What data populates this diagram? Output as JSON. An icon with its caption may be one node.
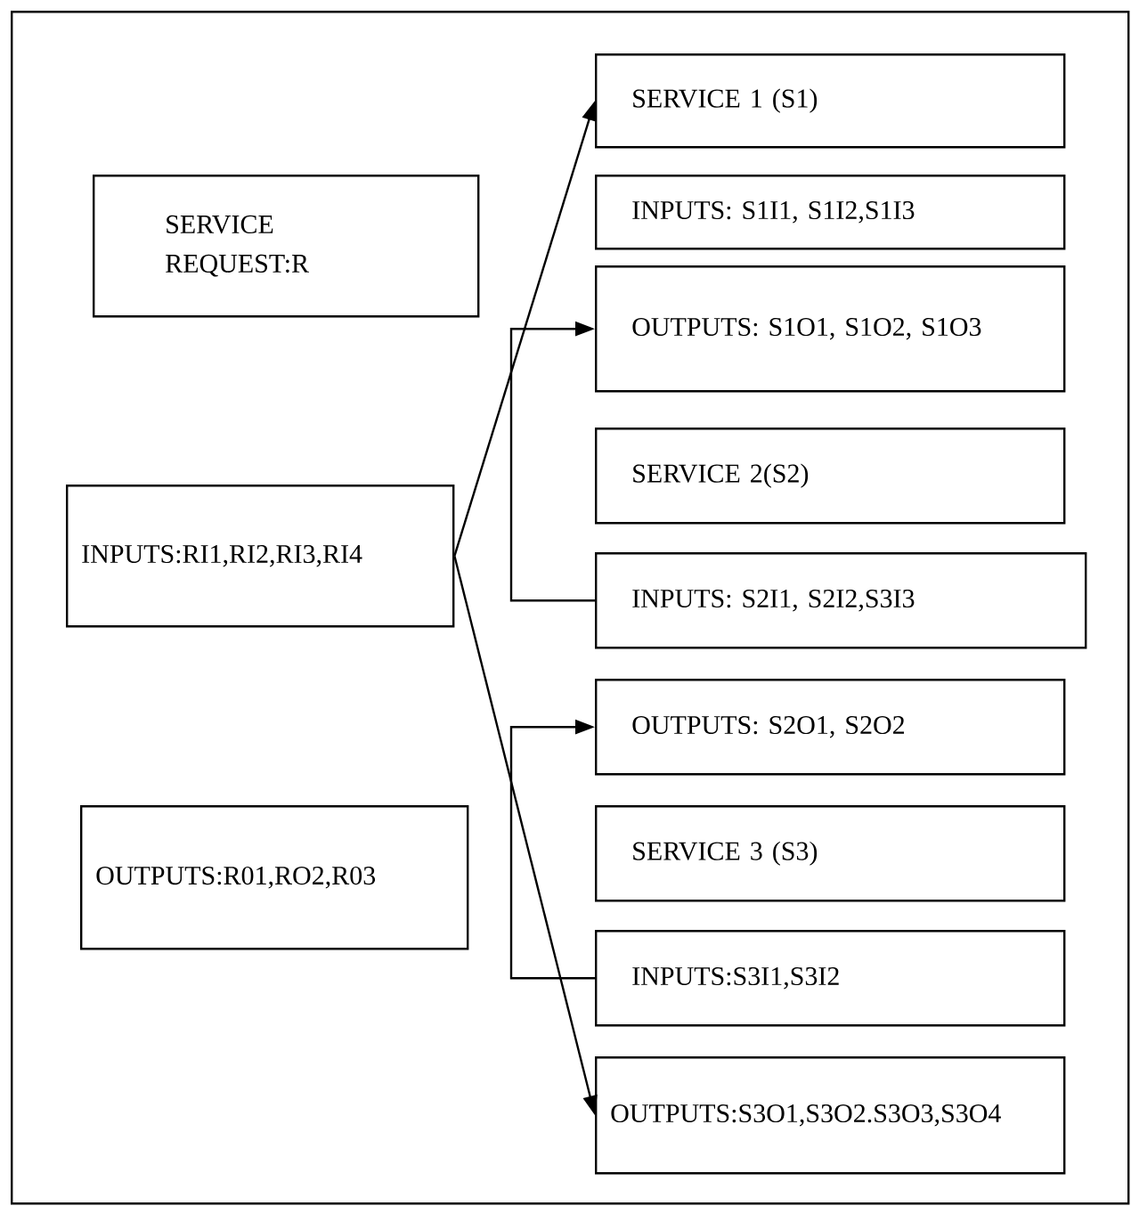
{
  "diagram": {
    "nodes": [
      {
        "text": [],
        "shape": "box"
      },
      {
        "text": [
          "SERVICE REQUEST:R"
        ],
        "in": 0
      },
      {
        "text": [
          "INPUTS:RI1,RI2,RI3,RI4"
        ],
        "in": 0
      },
      {
        "text": [
          "OUTPUTS:R01,RO2,R03"
        ],
        "in": 0
      },
      {
        "text": [
          "SERVICE 1 (S1)"
        ],
        "in": 0
      },
      {
        "text": [
          "INPUTS: S1I1, S1I2,S1I3"
        ],
        "in": 0
      },
      {
        "text": [
          "OUTPUTS: S1O1, S1O2, S1O3"
        ],
        "in": 0
      },
      {
        "text": [
          "SERVICE 2(S2)"
        ],
        "in": 0
      },
      {
        "text": [
          "INPUTS: S2I1, S2I2,S3I3"
        ],
        "in": 0
      },
      {
        "text": [
          "OUTPUTS: S2O1, S2O2"
        ],
        "in": 0
      },
      {
        "text": [
          "SERVICE 3 (S3)"
        ],
        "in": 0
      },
      {
        "text": [
          "INPUTS:S3I1,S3I2"
        ],
        "in": 0
      },
      {
        "text": [
          "OUTPUTS:S3O1,S3O2.S3O3,S3O4"
        ],
        "in": 0
      }
    ],
    "edges": [
      {
        "from": 2,
        "to": 4,
        "arrow": "to"
      },
      {
        "from": 2,
        "to": 12,
        "arrow": "to"
      },
      {
        "from": 8,
        "to": 6,
        "arrow": "to"
      },
      {
        "from": 11,
        "to": 9,
        "arrow": "to"
      }
    ]
  }
}
